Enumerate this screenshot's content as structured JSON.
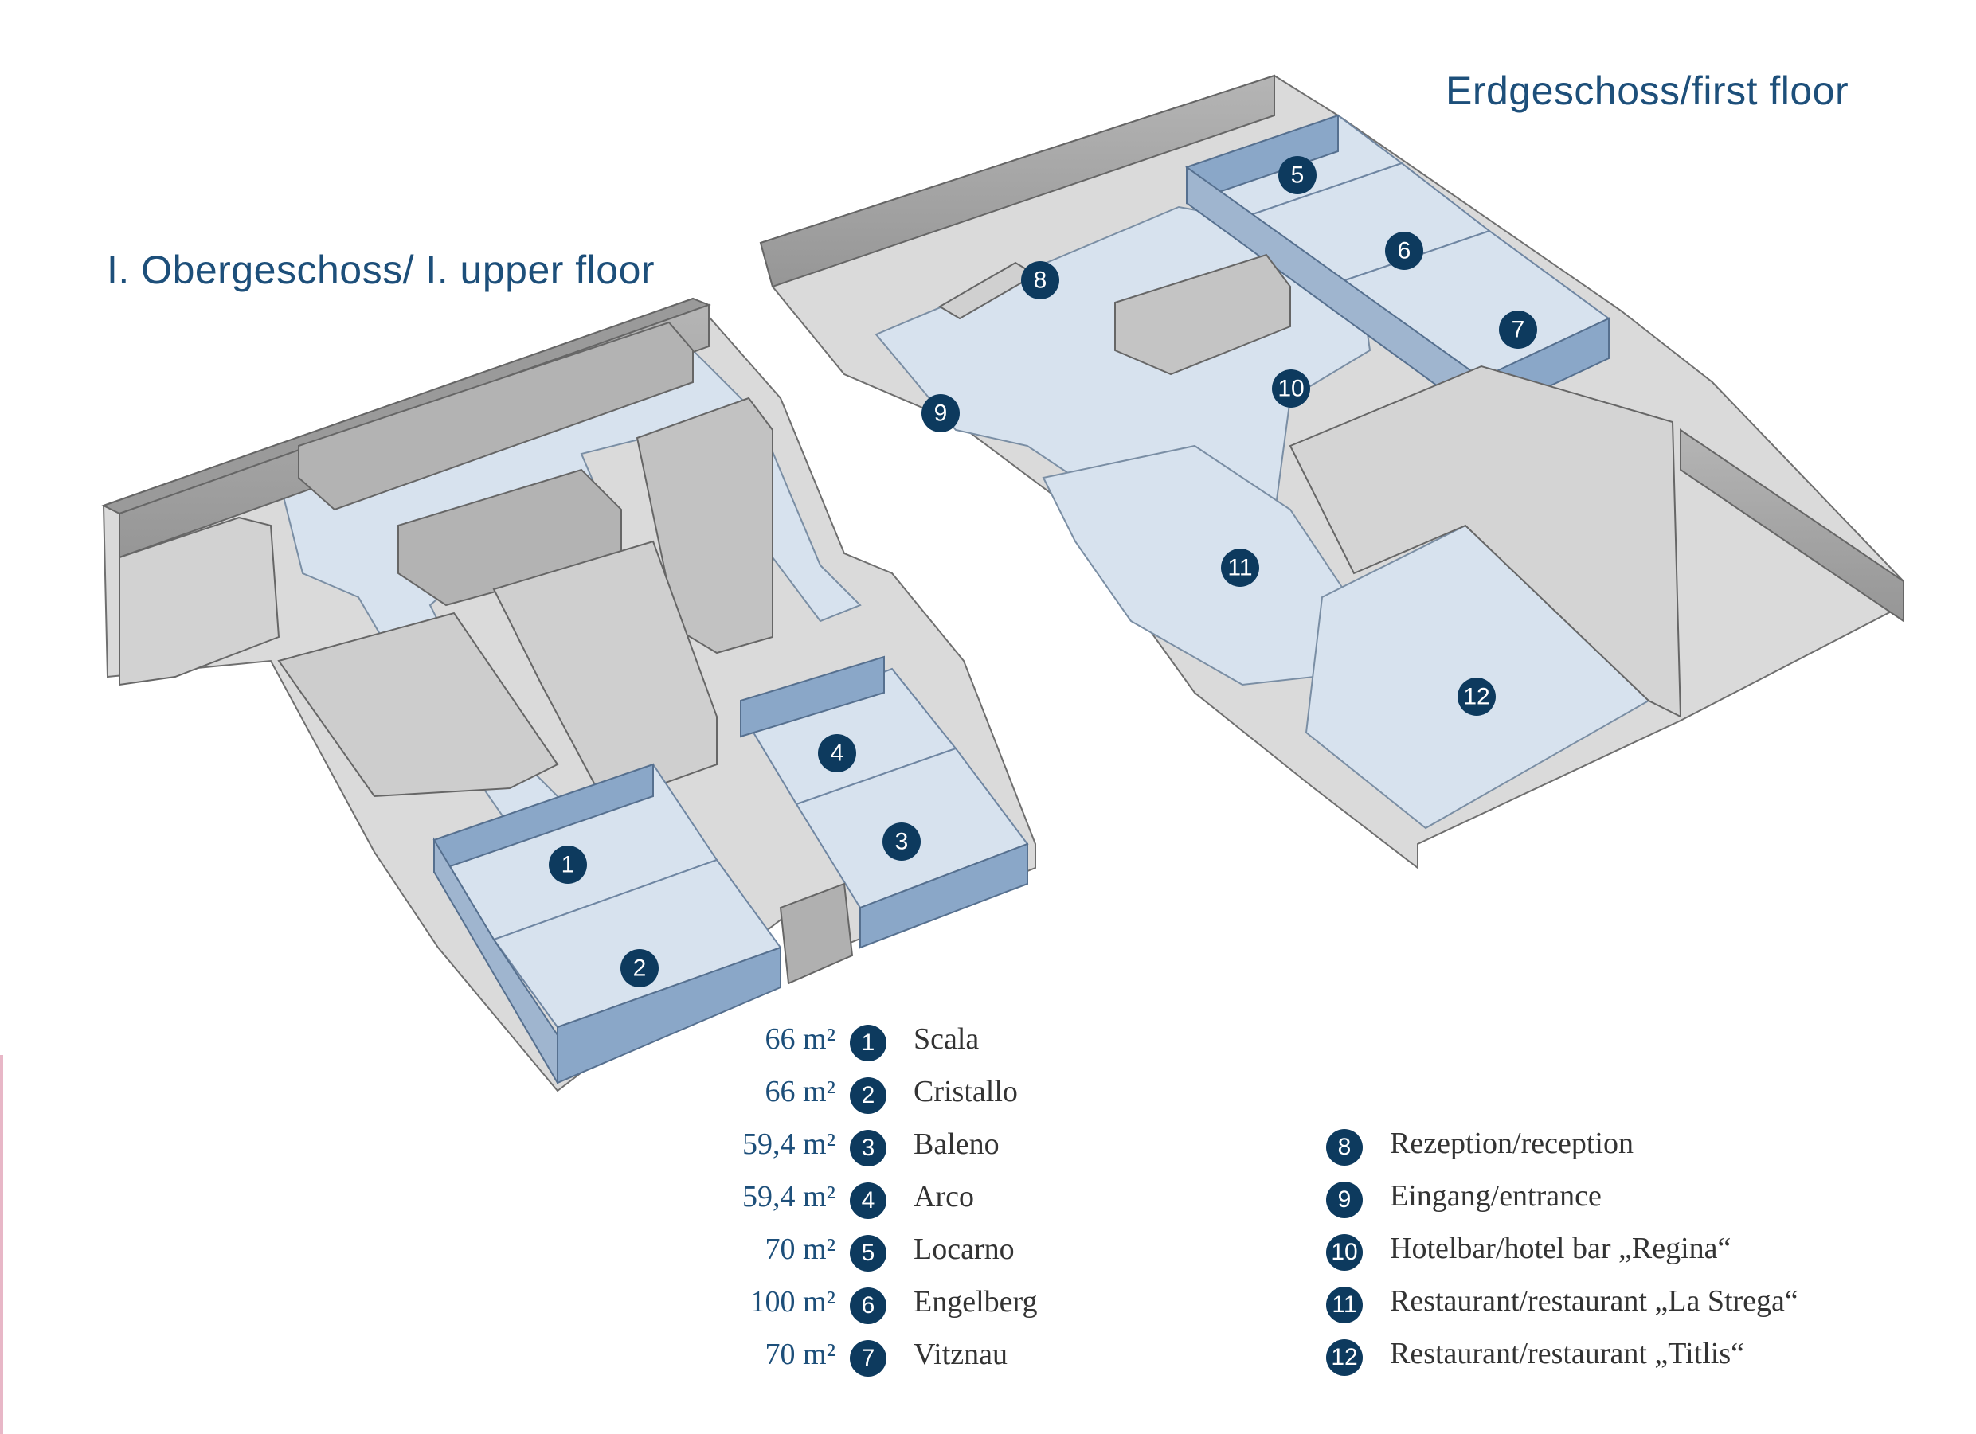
{
  "titles": {
    "upper_floor": "I. Obergeschoss/ I. upper floor",
    "ground_floor": "Erdgeschoss/first floor"
  },
  "markers": [
    "1",
    "2",
    "3",
    "4",
    "5",
    "6",
    "7",
    "8",
    "9",
    "10",
    "11",
    "12"
  ],
  "legend_rooms": [
    {
      "num": "1",
      "name": "Scala",
      "area": "66 m²"
    },
    {
      "num": "2",
      "name": "Cristallo",
      "area": "66 m²"
    },
    {
      "num": "3",
      "name": "Baleno",
      "area": "59,4 m²"
    },
    {
      "num": "4",
      "name": "Arco",
      "area": "59,4 m²"
    },
    {
      "num": "5",
      "name": "Locarno",
      "area": "70 m²"
    },
    {
      "num": "6",
      "name": "Engelberg",
      "area": "100 m²"
    },
    {
      "num": "7",
      "name": "Vitznau",
      "area": "70 m²"
    }
  ],
  "legend_places": [
    {
      "num": "8",
      "name": "Rezeption/reception"
    },
    {
      "num": "9",
      "name": "Eingang/entrance"
    },
    {
      "num": "10",
      "name": "Hotelbar/hotel bar „Regina“"
    },
    {
      "num": "11",
      "name": "Restaurant/restaurant „La Strega“"
    },
    {
      "num": "12",
      "name": "Restaurant/restaurant „Titlis“"
    }
  ],
  "colors": {
    "wall_top": "#a9a9a9",
    "wall_side": "#8e8e8e",
    "floor_grey": "#dadada",
    "floor_blue": "#d7e2ee",
    "room_wall_blue": "#8aa7c8",
    "marker": "#0d3a5e",
    "title": "#1d4f7a"
  }
}
